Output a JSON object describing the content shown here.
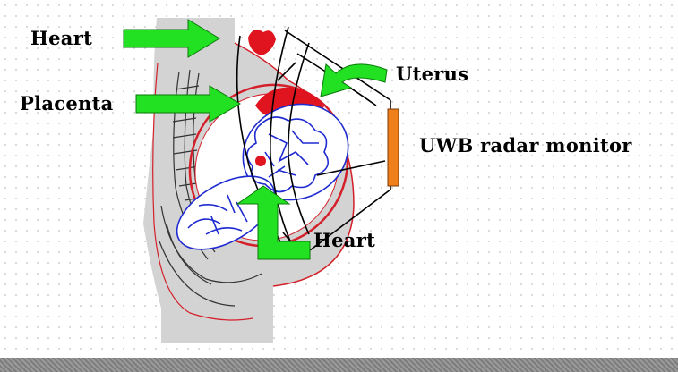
{
  "labels": {
    "heart_top": "Heart",
    "placenta": "Placenta",
    "uterus": "Uterus",
    "radar_monitor": "UWB radar monitor",
    "heart_fetal": "Heart"
  },
  "colors": {
    "body": "#d3d3d3",
    "outline": "#d4202a",
    "fetus": "#1f2bd0",
    "arrow": "#22e022",
    "monitor": "#ef7f1a",
    "line": "#000000"
  }
}
